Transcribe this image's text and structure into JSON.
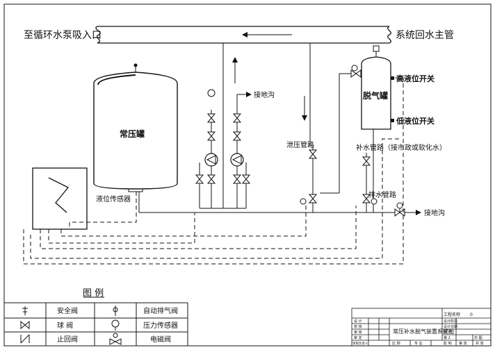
{
  "pipes": {
    "main_left": "至循环水泵吸入口",
    "main_right": "系统回水主管"
  },
  "tanks": {
    "pressure_tank": "常压罐",
    "degas_tank": "脱气罐",
    "high_level_switch": "高液位开关",
    "low_level_switch": "低液位开关"
  },
  "labels": {
    "ground_drain_top": "接地沟",
    "relief_pipe": "泄压管路",
    "makeup_pipe": "补水管路（接市政或软化水）",
    "drain_pipe": "排水管路",
    "ground_drain_right": "接地沟",
    "level_sensor": "液位传感器"
  },
  "legend": {
    "title": "图  例",
    "items": [
      [
        "安全阀",
        "自动排气阀"
      ],
      [
        "球  阀",
        "压力传感器"
      ],
      [
        "止回阀",
        "电磁阀"
      ]
    ]
  },
  "title_block": {
    "project_name_label": "工程名称",
    "project_name_value": "0",
    "drawing_title": "常压补水脱气装置系统图",
    "row_design": "设 计",
    "row_check": "校 核",
    "row_review": "审 核",
    "row_approve": "审 定",
    "row_lead": "项目负责人",
    "design_no": "设计阶段",
    "design_no_date": "设计日期",
    "drawing_no": "图 号",
    "sheet": "第 2",
    "total": "共 图",
    "foot_scale": "比 例",
    "foot_major": "专 业",
    "foot_mark": "影 响",
    "foot_sheet": "第 张",
    "foot_total": "共 张"
  },
  "colors": {
    "line": "#111111"
  }
}
